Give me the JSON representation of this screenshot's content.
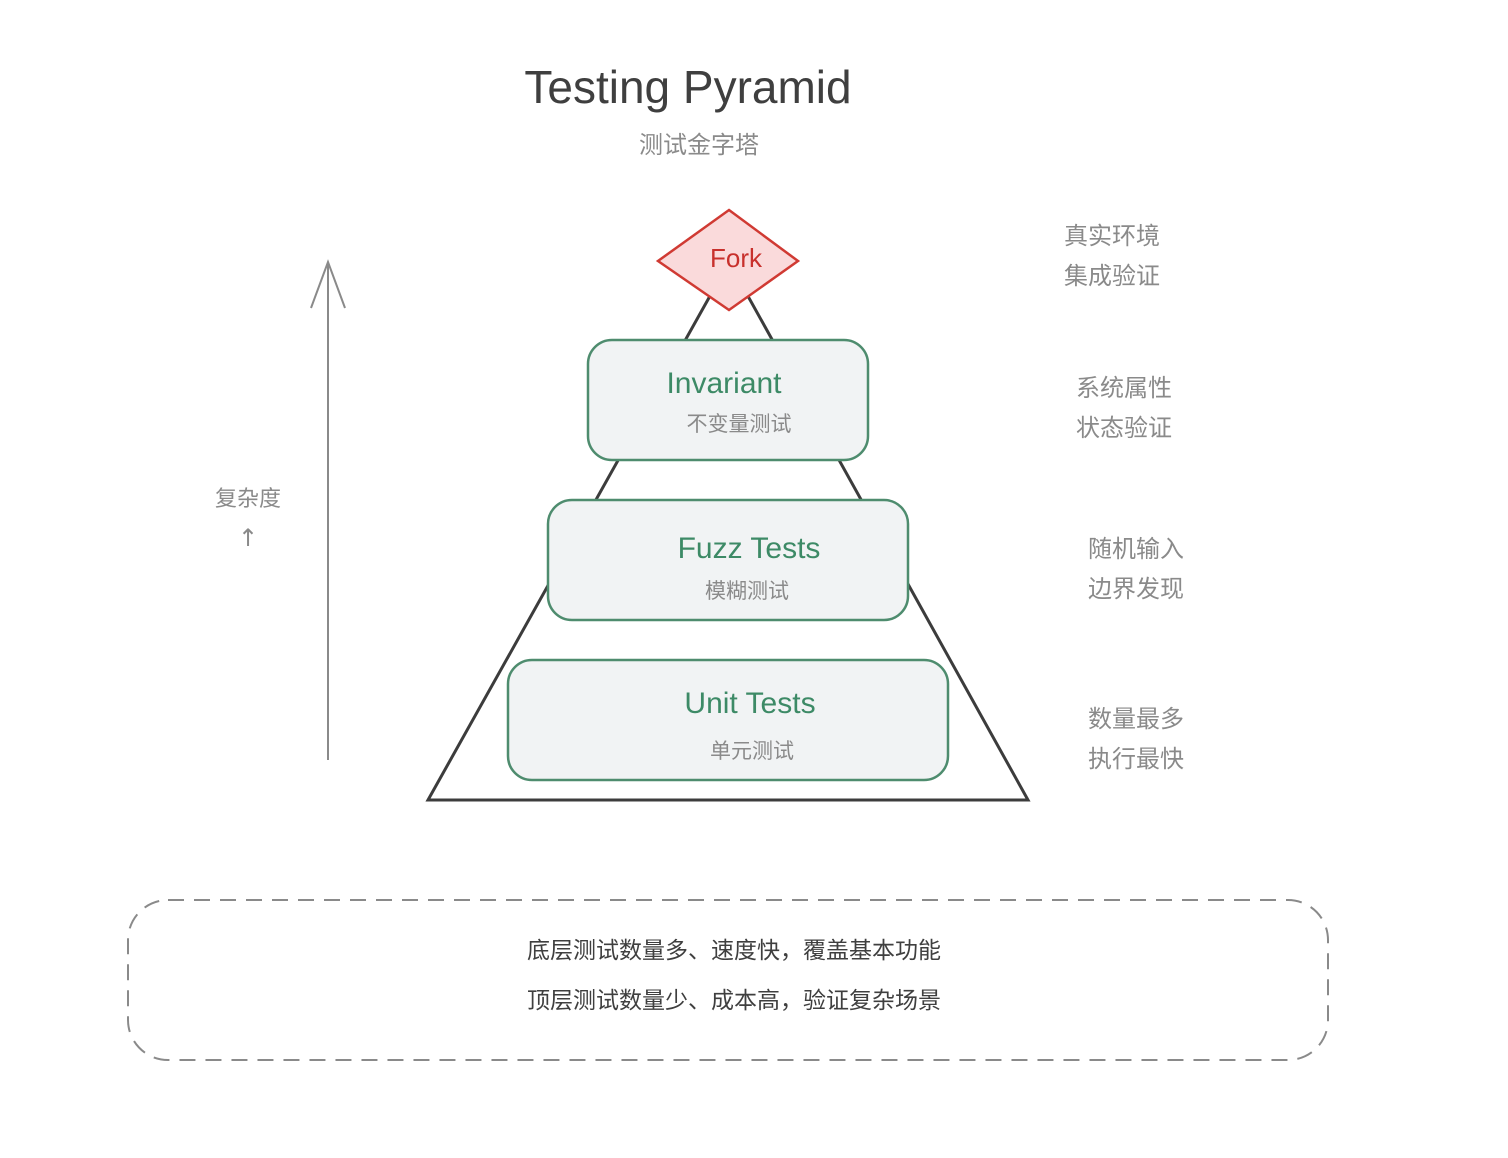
{
  "header": {
    "title": "Testing Pyramid",
    "subtitle": "测试金字塔"
  },
  "axis": {
    "label": "复杂度",
    "glyph": "↑"
  },
  "tiers": {
    "fork": {
      "label": "Fork",
      "notes": [
        "真实环境",
        "集成验证"
      ]
    },
    "invariant": {
      "title": "Invariant",
      "subtitle": "不变量测试",
      "notes": [
        "系统属性",
        "状态验证"
      ]
    },
    "fuzz": {
      "title": "Fuzz Tests",
      "subtitle": "模糊测试",
      "notes": [
        "随机输入",
        "边界发现"
      ]
    },
    "unit": {
      "title": "Unit Tests",
      "subtitle": "单元测试",
      "notes": [
        "数量最多",
        "执行最快"
      ]
    }
  },
  "summary": {
    "lines": [
      "底层测试数量多、速度快，覆盖基本功能",
      "顶层测试数量少、成本高，验证复杂场景"
    ]
  },
  "colors": {
    "tier_stroke": "#4e8c6e",
    "tier_fill": "#f1f3f4",
    "fork_stroke": "#d03a33",
    "fork_fill": "#fadadb",
    "pyramid_stroke": "#3c3c3c",
    "axis_stroke": "#8a8a8a",
    "dash_stroke": "#8a8a8a"
  }
}
